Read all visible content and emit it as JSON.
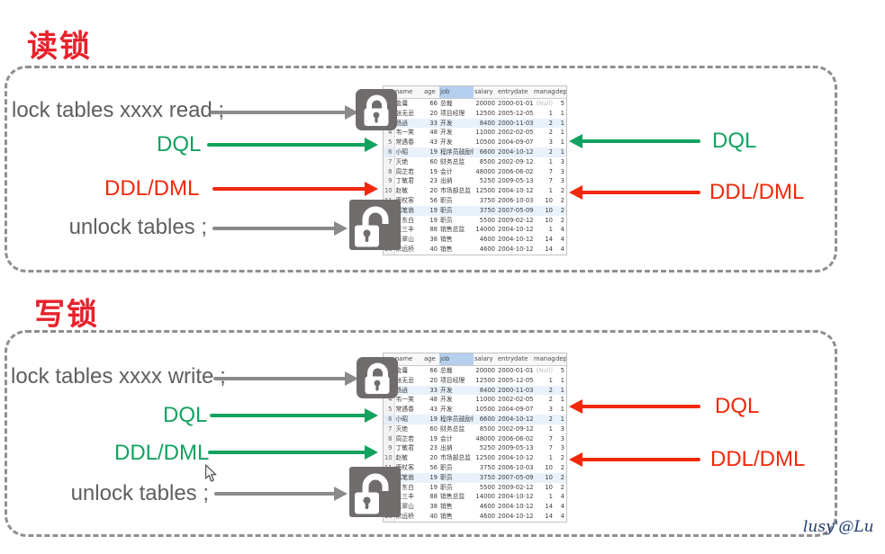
{
  "sections": [
    {
      "title": "读锁",
      "left": [
        {
          "text": "lock tables xxxx read ;",
          "color": "gray"
        },
        {
          "text": "DQL",
          "color": "green"
        },
        {
          "text": "DDL/DML",
          "color": "red"
        },
        {
          "text": "unlock tables ;",
          "color": "gray"
        }
      ],
      "right": [
        {
          "text": "DQL",
          "color": "green"
        },
        {
          "text": "DDL/DML",
          "color": "red"
        }
      ]
    },
    {
      "title": "写锁",
      "left": [
        {
          "text": "lock tables xxxx write ;",
          "color": "gray"
        },
        {
          "text": "DQL",
          "color": "green"
        },
        {
          "text": "DDL/DML",
          "color": "green"
        },
        {
          "text": "unlock tables ;",
          "color": "gray"
        }
      ],
      "right": [
        {
          "text": "DQL",
          "color": "red"
        },
        {
          "text": "DDL/DML",
          "color": "red"
        }
      ]
    }
  ],
  "emp_table": {
    "columns": [
      "",
      "name",
      "age",
      "job",
      "salary",
      "entrydate",
      "managerid",
      "dept_id"
    ],
    "rows": [
      [
        "1",
        "金庸",
        "66",
        "总裁",
        "20000",
        "2000-01-01",
        "(Null)",
        "5"
      ],
      [
        "2",
        "张无忌",
        "20",
        "项目经理",
        "12500",
        "2005-12-05",
        "1",
        "1"
      ],
      [
        "3",
        "杨逍",
        "33",
        "开发",
        "8400",
        "2000-11-03",
        "2",
        "1"
      ],
      [
        "4",
        "韦一笑",
        "48",
        "开发",
        "11000",
        "2002-02-05",
        "2",
        "1"
      ],
      [
        "5",
        "常遇春",
        "43",
        "开发",
        "10500",
        "2004-09-07",
        "3",
        "1"
      ],
      [
        "6",
        "小昭",
        "19",
        "程序员鼓励师",
        "6600",
        "2004-10-12",
        "2",
        "1"
      ],
      [
        "7",
        "灭绝",
        "60",
        "财务总监",
        "8500",
        "2002-09-12",
        "1",
        "3"
      ],
      [
        "8",
        "周芷若",
        "19",
        "会计",
        "48000",
        "2006-06-02",
        "7",
        "3"
      ],
      [
        "9",
        "丁敏君",
        "23",
        "出纳",
        "5250",
        "2009-05-13",
        "7",
        "3"
      ],
      [
        "10",
        "赵敏",
        "20",
        "市场部总监",
        "12500",
        "2004-10-12",
        "1",
        "2"
      ],
      [
        "11",
        "鹿杖客",
        "56",
        "职员",
        "3750",
        "2006-10-03",
        "10",
        "2"
      ],
      [
        "12",
        "鹤笔翁",
        "19",
        "职员",
        "3750",
        "2007-05-09",
        "10",
        "2"
      ],
      [
        "13",
        "方东白",
        "19",
        "职员",
        "5500",
        "2009-02-12",
        "10",
        "2"
      ],
      [
        "14",
        "张三丰",
        "88",
        "销售总监",
        "14000",
        "2004-10-12",
        "1",
        "4"
      ],
      [
        "15",
        "张翠山",
        "38",
        "销售",
        "4600",
        "2004-10-12",
        "14",
        "4"
      ],
      [
        "16",
        "宋远桥",
        "40",
        "销售",
        "4600",
        "2004-10-12",
        "14",
        "4"
      ]
    ],
    "shaded_rows": [
      3,
      6,
      12
    ]
  },
  "watermark": "lusy'@Lu",
  "colors": {
    "title_red": "#e8212b",
    "label_gray": "#5e5e5e",
    "green": "#12a25f",
    "red": "#f2280c",
    "arrow_gray": "#8a8a8a",
    "lock_background": "#716c6c",
    "table_header_selection": "#b5cfee",
    "watermark_navy": "#1e3a6e"
  }
}
